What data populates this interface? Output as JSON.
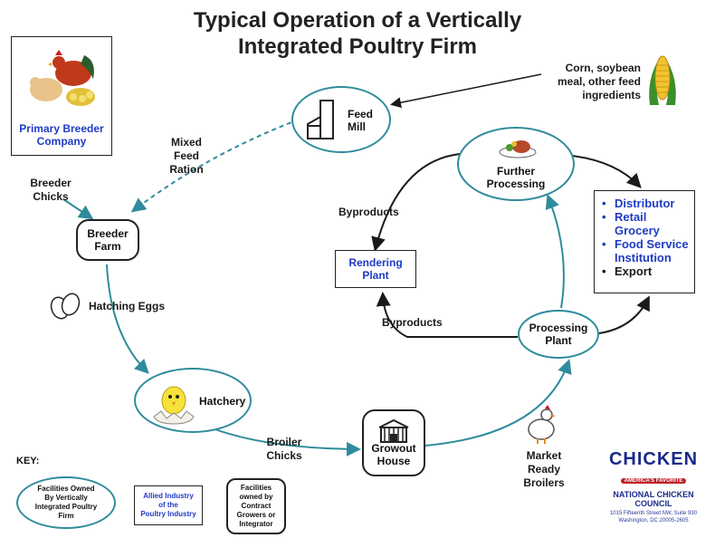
{
  "title": {
    "line1": "Typical Operation of a Vertically",
    "line2": "Integrated Poultry Firm"
  },
  "nodes": {
    "primary_breeder": {
      "line1": "Primary Breeder",
      "line2": "Company"
    },
    "breeder_farm": {
      "line1": "Breeder",
      "line2": "Farm"
    },
    "feed_mill": {
      "line1": "Feed",
      "line2": "Mill"
    },
    "hatchery": "Hatchery",
    "growout": {
      "line1": "Growout",
      "line2": "House"
    },
    "processing": {
      "line1": "Processing",
      "line2": "Plant"
    },
    "further": {
      "line1": "Further",
      "line2": "Processing"
    },
    "rendering": {
      "line1": "Rendering",
      "line2": "Plant"
    },
    "destinations": [
      "Distributor",
      "Retail Grocery",
      "Food Service Institution",
      "Export"
    ]
  },
  "edge_labels": {
    "feed_inputs": {
      "line1": "Corn, soybean",
      "line2": "meal, other feed",
      "line3": "ingredients"
    },
    "mixed_feed": {
      "line1": "Mixed",
      "line2": "Feed",
      "line3": "Ration"
    },
    "breeder_chicks": {
      "line1": "Breeder",
      "line2": "Chicks"
    },
    "hatching_eggs": "Hatching Eggs",
    "broiler_chicks": {
      "line1": "Broiler",
      "line2": "Chicks"
    },
    "market_ready": {
      "line1": "Market",
      "line2": "Ready",
      "line3": "Broilers"
    },
    "byproducts_top": "Byproducts",
    "byproducts_bottom": "Byproducts"
  },
  "key": {
    "title": "KEY:",
    "owned": {
      "line1": "Facilities Owned",
      "line2": "By Vertically",
      "line3": "Integrated Poultry",
      "line4": "Firm"
    },
    "allied": {
      "line1": "Allied Industry",
      "line2": "of the",
      "line3": "Poultry Industry"
    },
    "contract": {
      "line1": "Facilities",
      "line2": "owned by",
      "line3": "Contract",
      "line4": "Growers or",
      "line5": "Integrator"
    }
  },
  "brand": {
    "word": "CHICKEN",
    "tagline": "AMERICA'S FAVORITE",
    "council": "NATIONAL CHICKEN COUNCIL",
    "address1": "1015 Fifteenth Street NW, Suite 930",
    "address2": "Washington, DC 20005-2605"
  },
  "colors": {
    "flow_teal": "#2e8c9c",
    "flow_black": "#1a1a1a",
    "allied_blue": "#1f3bc4",
    "brand_navy": "#1a2a8a"
  }
}
